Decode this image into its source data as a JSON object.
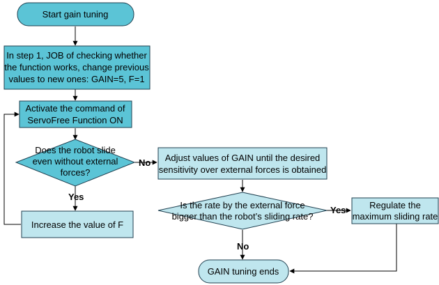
{
  "flowchart": {
    "start": "Start gain tuning",
    "step1": [
      "In step 1, JOB of checking whether",
      "the function works, change previous",
      "values to new ones: GAIN=5, F=1"
    ],
    "activate": [
      "Activate the command of",
      "ServoFree Function ON"
    ],
    "decision1": [
      "Does the robot slide",
      "even without external",
      "forces?"
    ],
    "increase": "Increase the value of F",
    "adjust": [
      "Adjust values of GAIN until the desired",
      "sensitivity over external forces is obtained"
    ],
    "decision2": [
      "Is the rate by the external force",
      "bigger than the robot’s sliding rate?"
    ],
    "regulate": [
      "Regulate the",
      "maximum sliding rate"
    ],
    "end": "GAIN tuning ends",
    "labels": {
      "no1": "No",
      "yes1": "Yes",
      "yes2": "Yes",
      "no2": "No"
    }
  },
  "colors": {
    "box_fill": "#5bc4d6",
    "box_fill_light": "#bfe6ee",
    "stroke": "#1f3f4f"
  }
}
